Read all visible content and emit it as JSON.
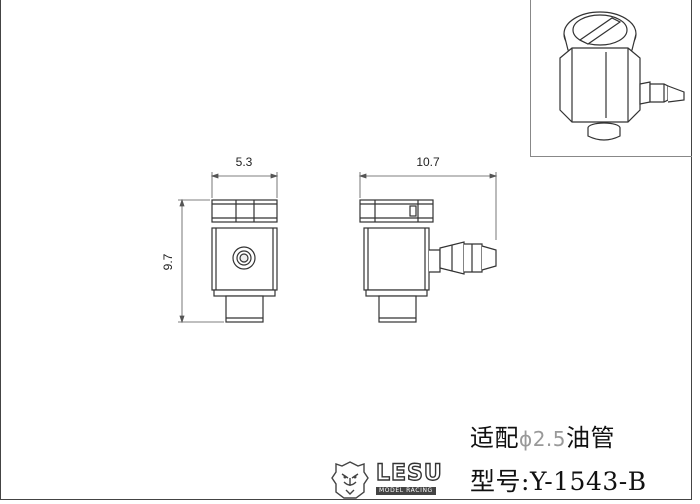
{
  "dimensions": {
    "front_width": "5.3",
    "side_width": "10.7",
    "height": "9.7"
  },
  "title_block": {
    "spec_prefix": "适配",
    "spec_diameter": "ϕ2.5",
    "spec_suffix": "油管",
    "model_label": "型号:",
    "model_number": "Y-1543-B"
  },
  "logo": {
    "brand": "LESU",
    "tagline": "MODEL RACING"
  },
  "colors": {
    "line": "#333333",
    "dimension": "#555555",
    "muted": "#999999"
  }
}
